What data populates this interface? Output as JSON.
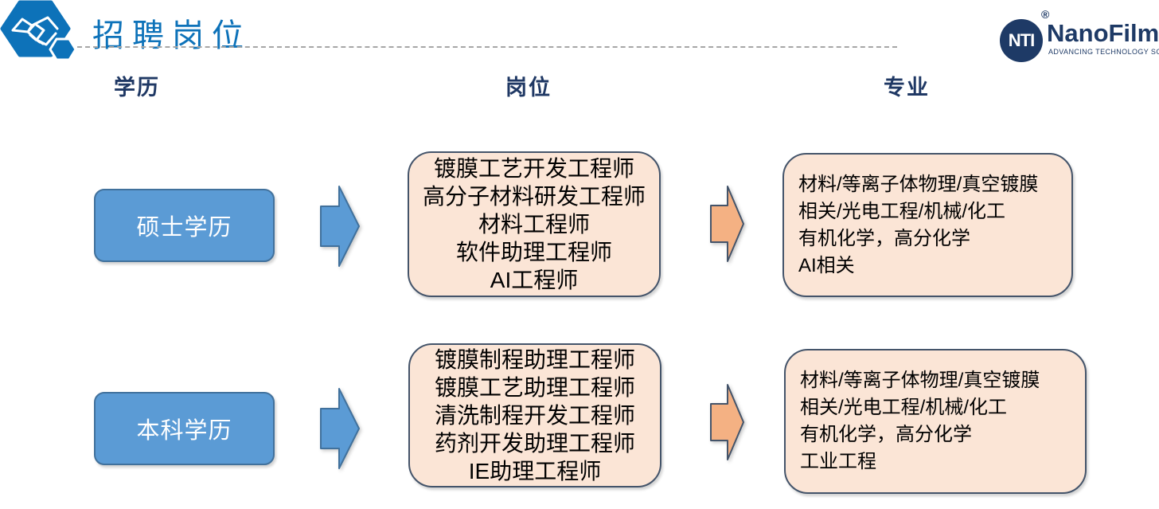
{
  "header": {
    "title": "招聘岗位"
  },
  "logo": {
    "abbr": "NTI",
    "name": "NanoFilm",
    "registered": "®",
    "tagline": "ADVANCING TECHNOLOGY SOLUTIONS"
  },
  "columns": {
    "education": "学历",
    "position": "岗位",
    "major": "专业"
  },
  "rows": [
    {
      "education": "硕士学历",
      "positions": [
        "镀膜工艺开发工程师",
        "高分子材料研发工程师",
        "材料工程师",
        "软件助理工程师",
        "AI工程师"
      ],
      "majors": [
        "材料/等离子体物理/真空镀膜",
        "相关/光电工程/机械/化工",
        "有机化学，高分化学",
        "AI相关"
      ]
    },
    {
      "education": "本科学历",
      "positions": [
        "镀膜制程助理工程师",
        "镀膜工艺助理工程师",
        "清洗制程开发工程师",
        "药剂开发助理工程师",
        "IE助理工程师"
      ],
      "majors": [
        "材料/等离子体物理/真空镀膜",
        "相关/光电工程/机械/化工",
        "有机化学，高分化学",
        "工业工程"
      ]
    }
  ],
  "colors": {
    "title_blue": "#0d72b9",
    "header_navy": "#1f3864",
    "education_box_fill": "#5b9bd5",
    "education_box_border": "#41719c",
    "panel_fill": "#fbe5d6",
    "panel_border": "#44546a",
    "blue_arrow_fill": "#5b9bd5",
    "orange_arrow_fill": "#f4b183",
    "logo_navy": "#1e3a66"
  }
}
